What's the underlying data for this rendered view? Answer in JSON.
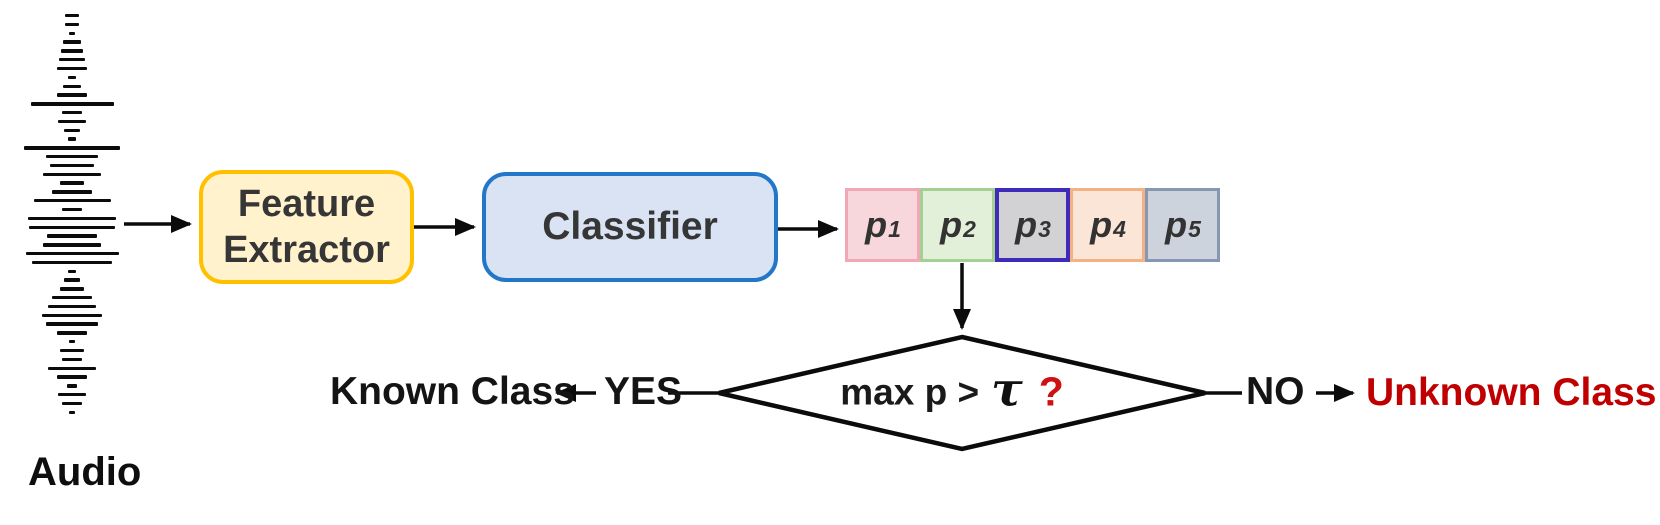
{
  "audio": {
    "label": "Audio",
    "waveform_bar_widths": [
      14,
      14,
      6,
      18,
      22,
      26,
      30,
      8,
      18,
      30,
      83,
      20,
      28,
      16,
      8,
      96,
      52,
      44,
      58,
      24,
      40,
      77,
      20,
      88,
      86,
      50,
      58,
      93,
      80,
      8,
      16,
      24,
      40,
      48,
      60,
      52,
      30,
      6,
      24,
      20,
      48,
      30,
      10,
      28,
      20,
      6
    ]
  },
  "pipeline": {
    "feature_extractor": {
      "label_line1": "Feature",
      "label_line2": "Extractor",
      "fill": "#FFF2CC",
      "border": "#FFC000"
    },
    "classifier": {
      "label": "Classifier",
      "fill": "#DAE3F3",
      "border": "#2277C8"
    }
  },
  "probabilities": [
    {
      "base": "p",
      "sub": "1",
      "fill": "#F8D7DC",
      "border": "#F0A7B6"
    },
    {
      "base": "p",
      "sub": "2",
      "fill": "#E2F0DA",
      "border": "#A6CF92"
    },
    {
      "base": "p",
      "sub": "3",
      "fill": "#D2D2D4",
      "border": "#3E2BBA"
    },
    {
      "base": "p",
      "sub": "4",
      "fill": "#FBE5D6",
      "border": "#F4B183"
    },
    {
      "base": "p",
      "sub": "5",
      "fill": "#CDD3DD",
      "border": "#8697B1"
    }
  ],
  "decision": {
    "condition_prefix": "max p >",
    "threshold_symbol": "τ",
    "question_mark": "?",
    "question_mark_color": "#CE1212",
    "yes_label": "YES",
    "no_label": "NO",
    "known_class_label": "Known Class",
    "unknown_class_label": "Unknown Class",
    "unknown_class_color": "#C00000"
  }
}
